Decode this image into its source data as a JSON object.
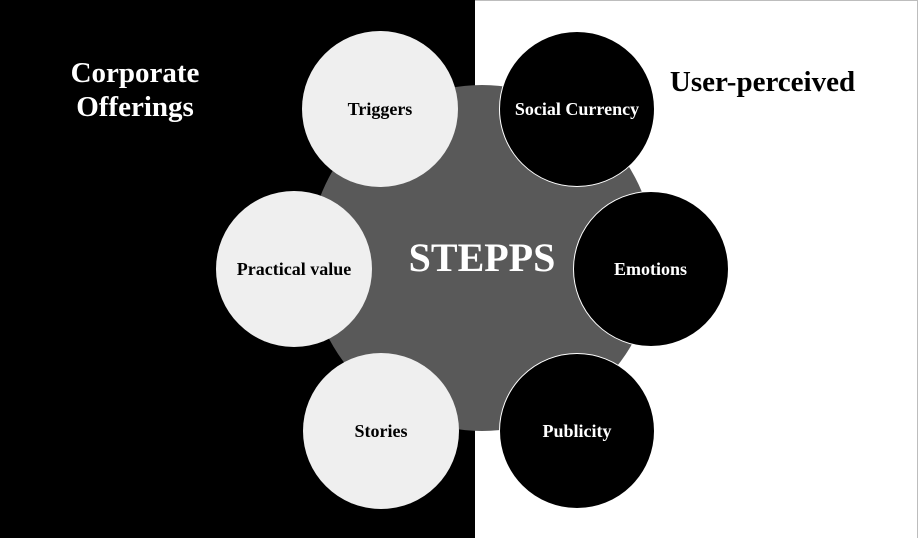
{
  "left_panel": {
    "title": "Corporate Offerings",
    "color": "#000000"
  },
  "right_panel": {
    "title": "User-perceived",
    "color": "#ffffff"
  },
  "hub": {
    "label": "STEPPS",
    "color": "#595959"
  },
  "nodes": {
    "triggers": {
      "label": "Triggers",
      "fill": "#efefef"
    },
    "social_currency": {
      "label": "Social Currency",
      "fill": "#000000"
    },
    "practical_value": {
      "label": "Practical value",
      "fill": "#efefef"
    },
    "emotions": {
      "label": "Emotions",
      "fill": "#000000"
    },
    "stories": {
      "label": "Stories",
      "fill": "#efefef"
    },
    "publicity": {
      "label": "Publicity",
      "fill": "#000000"
    }
  }
}
